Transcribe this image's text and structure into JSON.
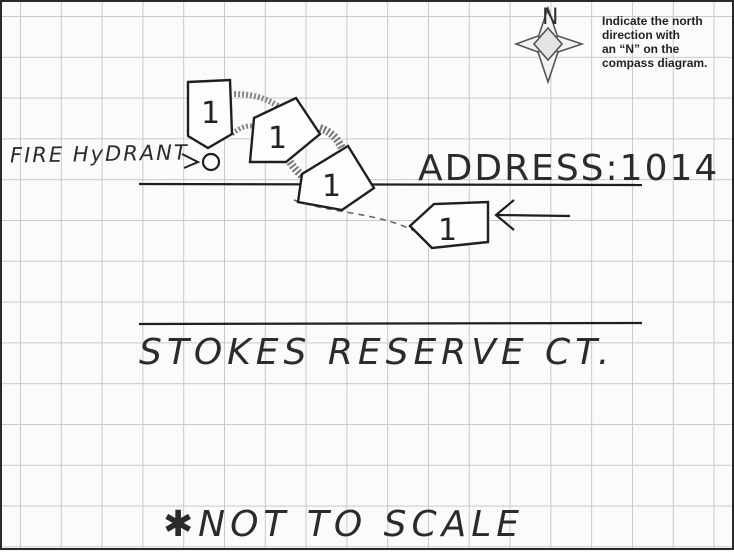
{
  "compass": {
    "instruction_lines": [
      "Indicate the north",
      "direction with",
      "an “N” on the",
      "compass diagram."
    ],
    "north_mark": "N"
  },
  "labels": {
    "hydrant": "FIRE HyDRANT",
    "address": "ADDRESS:1014",
    "street": "STOKES RESERVE CT.",
    "scale_note": "✱NOT TO SCALE"
  },
  "vehicles": [
    {
      "mark": "1"
    },
    {
      "mark": "1"
    },
    {
      "mark": "1"
    },
    {
      "mark": "1"
    }
  ]
}
